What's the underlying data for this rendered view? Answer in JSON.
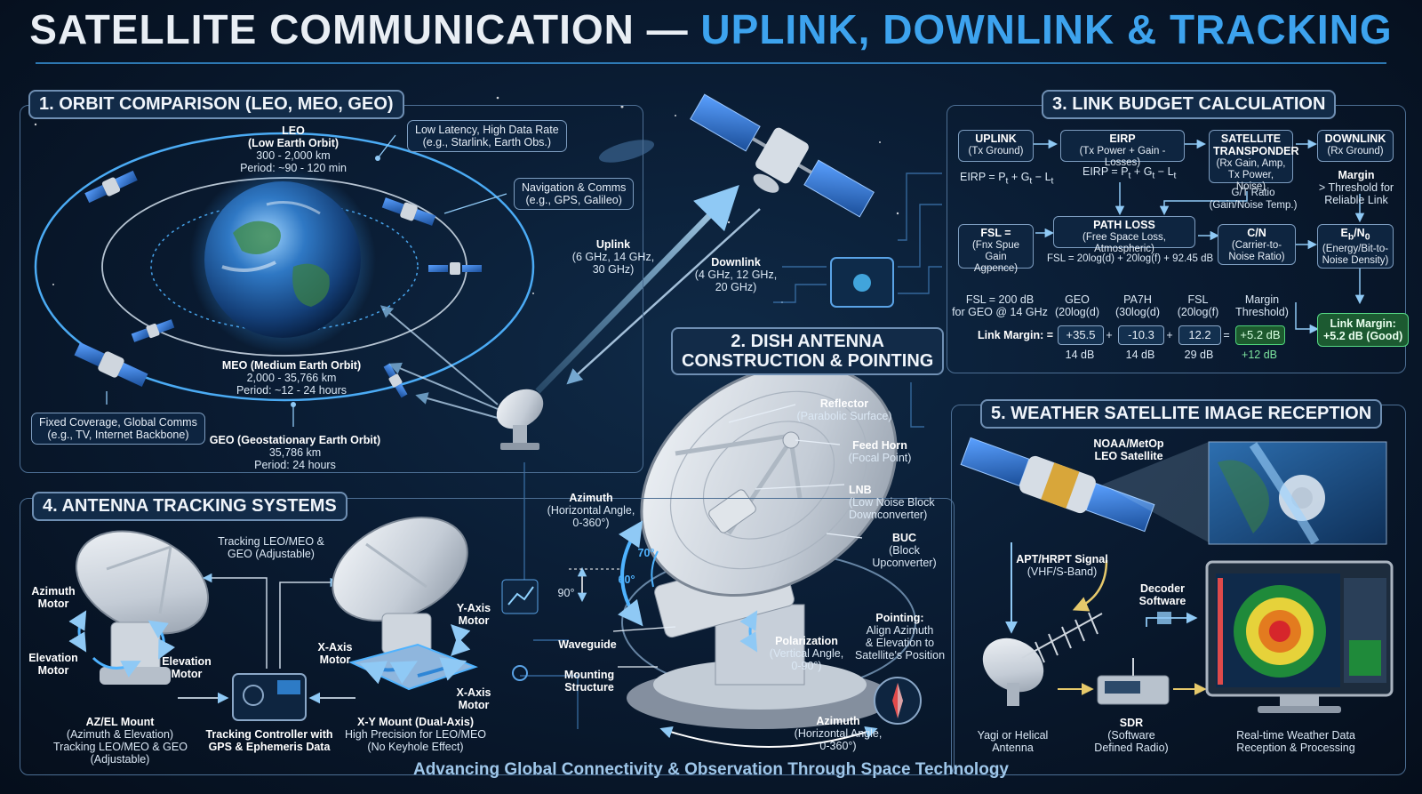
{
  "title": {
    "part1": "SATELLITE COMMUNICATION —",
    "part2": "UPLINK, DOWNLINK & TRACKING"
  },
  "colors": {
    "accent": "#3da3ee",
    "panel_border": "#4d6f94",
    "good": "#4ed37a",
    "orbit": "#4fb3ff"
  },
  "sections": {
    "orbit": {
      "header": "1. ORBIT COMPARISON (LEO, MEO, GEO)",
      "leo": {
        "name": "LEO",
        "full": "(Low Earth Orbit)",
        "alt": "300 - 2,000 km",
        "period": "Period: ~90 - 120 min"
      },
      "leo_callout": [
        "Low Latency, High Data Rate",
        "(e.g., Starlink, Earth Obs.)"
      ],
      "meo_callout": [
        "Navigation & Comms",
        "(e.g., GPS, Galileo)"
      ],
      "meo": {
        "name": "MEO (Medium Earth Orbit)",
        "alt": "2,000 - 35,766 km",
        "period": "Period: ~12 - 24 hours"
      },
      "geo_callout": [
        "Fixed Coverage, Global Comms",
        "(e.g., TV, Internet Backbone)"
      ],
      "geo": {
        "name": "GEO (Geostationary Earth Orbit)",
        "alt": "35,786 km",
        "period": "Period: 24 hours"
      }
    },
    "links": {
      "uplink": [
        "Uplink",
        "(6 GHz, 14 GHz,",
        "30 GHz)"
      ],
      "downlink": [
        "Downlink",
        "(4 GHz, 12 GHz,",
        "20 GHz)"
      ]
    },
    "budget": {
      "header": "3. LINK BUDGET CALCULATION",
      "uplink_box": {
        "title": "UPLINK",
        "sub": "(Tx Ground)"
      },
      "eirp_box": {
        "title": "EIRP",
        "sub": "(Tx Power + Gain - Losses)"
      },
      "transponder_box": {
        "title": "SATELLITE TRANSPONDER",
        "sub": "(Rx Gain, Amp, Tx Power, Noise)"
      },
      "downlink_box": {
        "title": "DOWNLINK",
        "sub": "(Rx Ground)"
      },
      "eirp_formula_left": "EIRP = P",
      "eirp_formula_right": "EIRP = P",
      "gt_note": [
        "G/T Ratio",
        "(Gain/Noise Temp.)"
      ],
      "margin_note": [
        "Margin",
        "> Threshold for",
        "Reliable Link"
      ],
      "fsl_box": {
        "title": "FSL =",
        "sub": "(Fnx Spue Gain Agpence)"
      },
      "pathloss_box": {
        "title": "PATH LOSS",
        "sub": "(Free Space Loss, Atmospheric)"
      },
      "pathloss_formula": "FSL = 20log(d) + 20log(f) + 92.45 dB",
      "cn_box": {
        "title": "C/N",
        "sub": "(Carrier-to-Noise Ratio)"
      },
      "ebno_box": {
        "title": "E",
        "sub": "(Energy/Bit-to-Noise Density)"
      },
      "fsl_geo": [
        "FSL = 200 dB",
        "for GEO @ 14 GHz"
      ],
      "col_heads": [
        [
          "GEO",
          "(20log(d)"
        ],
        [
          "PA7H",
          "(30log(d)"
        ],
        [
          "FSL",
          "(20log(f)"
        ],
        [
          "Margin",
          "Threshold)"
        ]
      ],
      "margin_label": "Link Margin: =",
      "values": [
        "+35.5",
        "-10.3",
        "12.2",
        "+5.2 dB"
      ],
      "ops": [
        "+",
        "+",
        "="
      ],
      "sub_values": [
        "14 dB",
        "14 dB",
        "29 dB",
        "+12 dB"
      ],
      "result": [
        "Link Margin:",
        "+5.2 dB (Good)"
      ]
    },
    "dish": {
      "header": [
        "2. DISH ANTENNA",
        "CONSTRUCTION & POINTING"
      ],
      "reflector": [
        "Reflector",
        "(Parabolic Surface)"
      ],
      "feedhorn": [
        "Feed Horn",
        "(Focal Point)"
      ],
      "lnb": [
        "LNB",
        "(Low Noise Block",
        "Downconverter)"
      ],
      "buc": [
        "BUC",
        "(Block",
        "Upconverter)"
      ],
      "azimuth_top": [
        "Azimuth",
        "(Horizontal Angle,",
        "0-360°)"
      ],
      "angles": [
        "70°",
        "60°",
        "90°"
      ],
      "waveguide": "Waveguide",
      "mounting": [
        "Mounting",
        "Structure"
      ],
      "polarization": [
        "Polarization",
        "(Vertical Angle,",
        "0-90°)"
      ],
      "pointing": [
        "Pointing:",
        "Align Azimuth",
        "& Elevation to",
        "Satellite's Position"
      ],
      "azimuth_bottom": [
        "Azimuth",
        "(Horizontal Angle,",
        "0-360°)"
      ]
    },
    "tracking": {
      "header": "4. ANTENNA TRACKING SYSTEMS",
      "tracking_note": [
        "Tracking LEO/MEO &",
        "GEO (Adjustable)"
      ],
      "az_motor": [
        "Azimuth",
        "Motor"
      ],
      "el_motor_left": [
        "Elevation",
        "Motor"
      ],
      "el_motor_right": [
        "Elevation",
        "Motor"
      ],
      "azel": [
        "AZ/EL Mount",
        "(Azimuth & Elevation)",
        "Tracking LEO/MEO & GEO",
        "(Adjustable)"
      ],
      "controller": [
        "Tracking Controller with",
        "GPS & Ephemeris Data"
      ],
      "y_axis": [
        "Y-Axis",
        "Motor"
      ],
      "x_axis_left": [
        "X-Axis",
        "Motor"
      ],
      "x_axis_right": [
        "X-Axis",
        "Motor"
      ],
      "xy": [
        "X-Y Mount (Dual-Axis)",
        "High Precision for LEO/MEO",
        "(No Keyhole Effect)"
      ]
    },
    "weather": {
      "header": "5. WEATHER SATELLITE IMAGE RECEPTION",
      "sat": [
        "NOAA/MetOp",
        "LEO Satellite"
      ],
      "signal": [
        "APT/HRPT Signal",
        "(VHF/S-Band)"
      ],
      "decoder": [
        "Decoder",
        "Software"
      ],
      "yagi": [
        "Yagi or Helical",
        "Antenna"
      ],
      "sdr": [
        "SDR",
        "(Software",
        "Defined Radio)"
      ],
      "realtime": [
        "Real-time Weather Data",
        "Reception & Processing"
      ]
    }
  },
  "footer": "Advancing Global Connectivity & Observation Through Space Technology"
}
